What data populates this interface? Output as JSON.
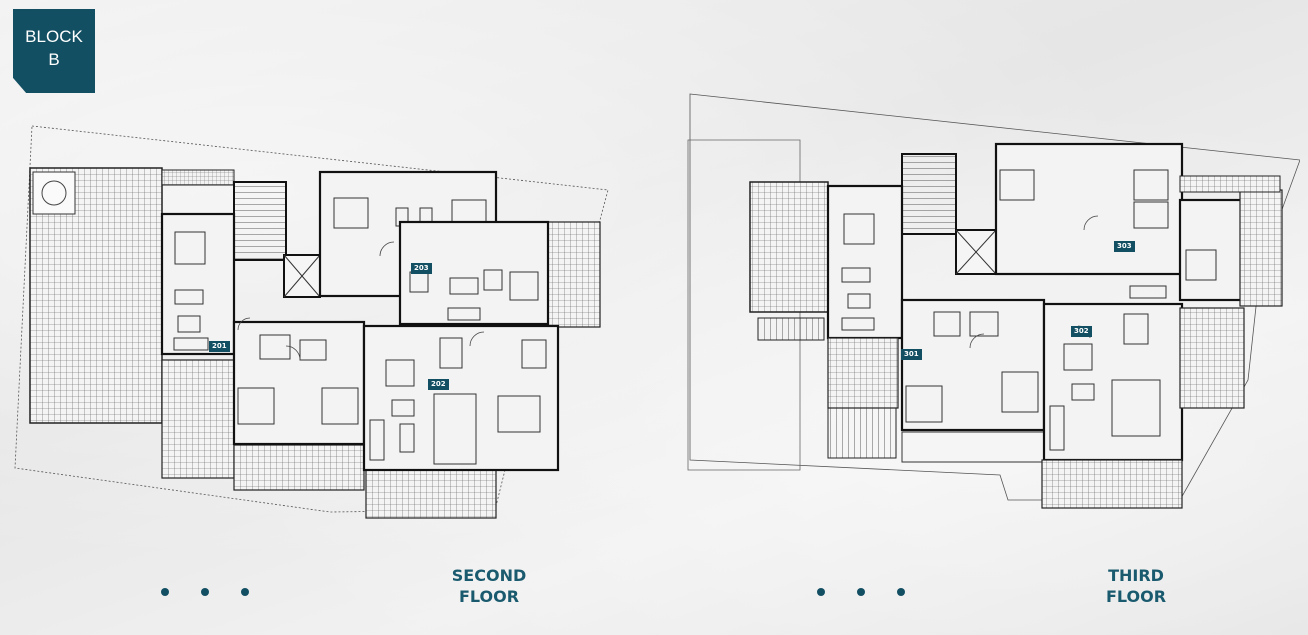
{
  "block_badge": {
    "line1": "BLOCK",
    "line2": "B"
  },
  "second_floor": {
    "title_line1": "SECOND",
    "title_line2": "FLOOR",
    "units": [
      "201",
      "202",
      "203"
    ]
  },
  "third_floor": {
    "title_line1": "THIRD",
    "title_line2": "FLOOR",
    "units": [
      "301",
      "302",
      "303"
    ]
  },
  "colors": {
    "accent": "#134f63",
    "title": "#1a5a6e",
    "background": "#ededed",
    "line": "#2a2a2a"
  }
}
